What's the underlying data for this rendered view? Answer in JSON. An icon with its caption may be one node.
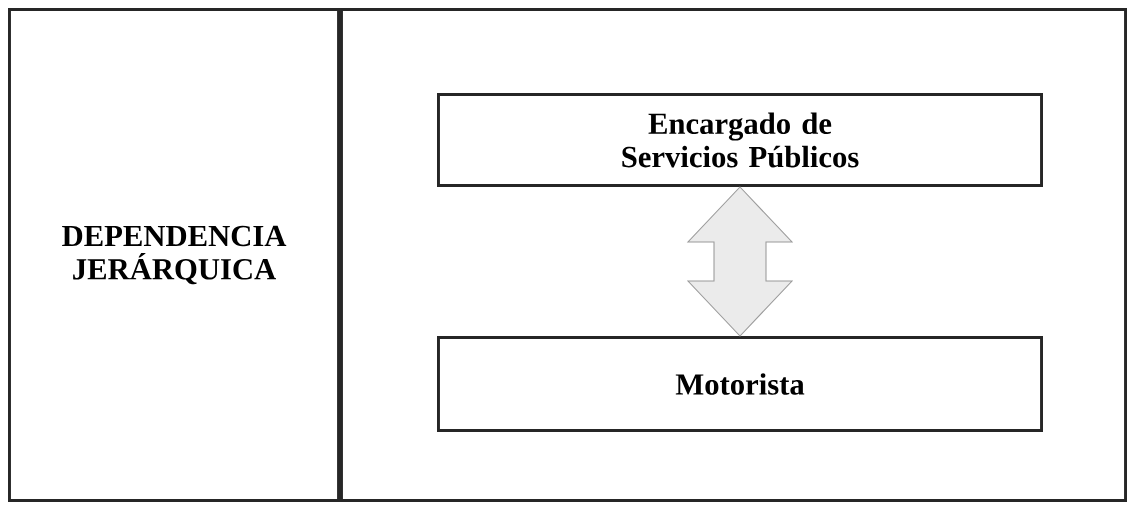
{
  "diagram": {
    "nodes": [
      {
        "text": [
          "DEPENDENCIA JERÁRQUICA"
        ]
      },
      {
        "text": [],
        "shape": "box"
      },
      {
        "text": [
          "Encargado de Servicios Públicos"
        ],
        "in": 1
      },
      {
        "text": [
          "Motorista"
        ],
        "in": 1
      }
    ],
    "edges": [
      {
        "from": 2,
        "to": 3,
        "arrow": "both"
      }
    ]
  }
}
